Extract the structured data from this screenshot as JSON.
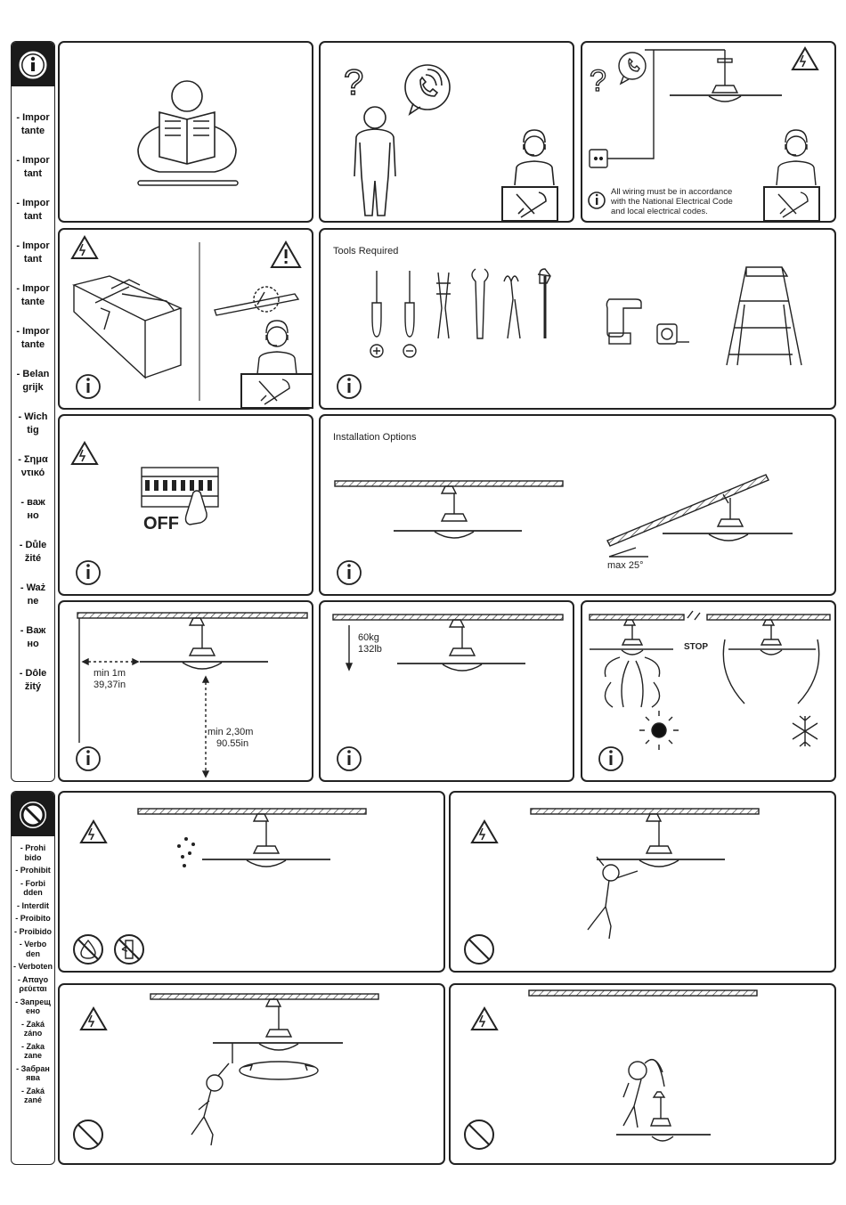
{
  "important_labels": [
    [
      "- Impor",
      "tante"
    ],
    [
      "- Impor",
      "tant"
    ],
    [
      "- Impor",
      "tant"
    ],
    [
      "- Impor",
      "tant"
    ],
    [
      "- Impor",
      "tante"
    ],
    [
      "- Impor",
      "tante"
    ],
    [
      "- Belan",
      "grijk"
    ],
    [
      "- Wich",
      "tig"
    ],
    [
      "- Σημα",
      "ντικό"
    ],
    [
      "- важ",
      "но"
    ],
    [
      "- Důle",
      "žité"
    ],
    [
      "- Waż",
      "ne"
    ],
    [
      "- Важ",
      "но"
    ],
    [
      "- Dôle",
      "žitý"
    ]
  ],
  "prohibited_labels": [
    [
      "- Prohi",
      "bido"
    ],
    [
      "- Prohibit"
    ],
    [
      "- Forbi",
      "dden"
    ],
    [
      "- Interdit"
    ],
    [
      "- Proibito"
    ],
    [
      "- Proibido"
    ],
    [
      "- Verbo",
      "den"
    ],
    [
      "- Verboten"
    ],
    [
      "- Απαγο",
      "ρεύεται"
    ],
    [
      "- Запрещ",
      "ено"
    ],
    [
      "- Zaká",
      "záno"
    ],
    [
      "- Zaka",
      "zane"
    ],
    [
      "- Забран",
      "ява"
    ],
    [
      "- Zaká",
      "zané"
    ]
  ],
  "wiring_note": [
    "All wiring must be in accordance",
    "with the National Electrical Code",
    "and local electrical codes."
  ],
  "tools_title": "Tools Required",
  "off_label": "OFF",
  "install_title": "Installation Options",
  "max_angle": "max 25°",
  "min_side": [
    "min 1m",
    "39,37in"
  ],
  "min_height": [
    "min 2,30m",
    "90.55in"
  ],
  "weight": [
    "60kg",
    "132lb"
  ],
  "stop_label": "STOP"
}
